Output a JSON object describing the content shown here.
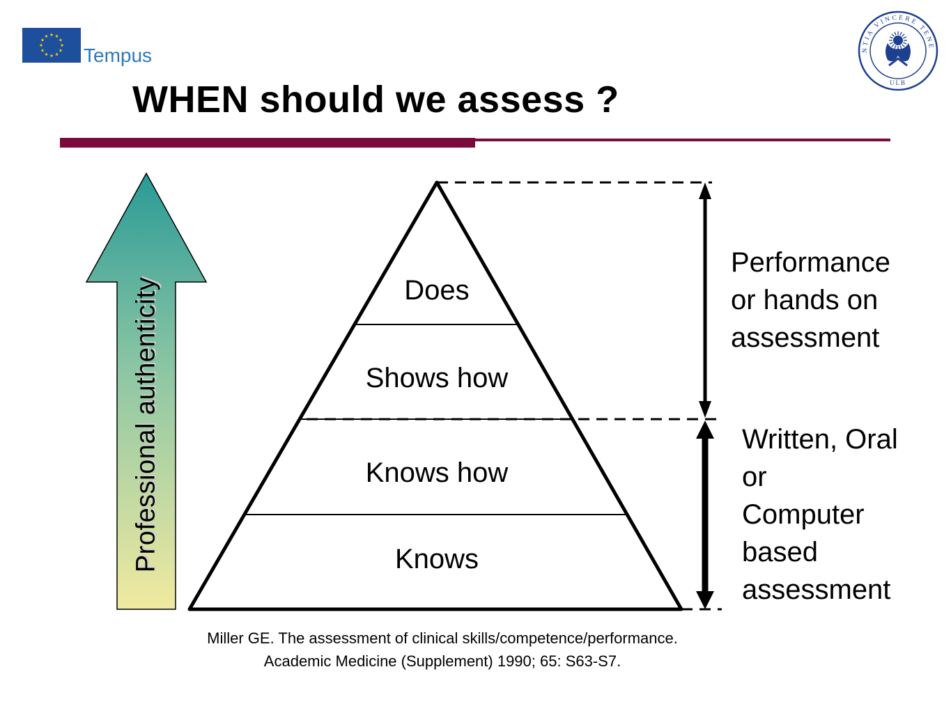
{
  "header": {
    "title": "WHEN should we assess ?",
    "logo_left_text": "Tempus",
    "seal_text": "SCIENTIA VINCERE TENEBRAS",
    "seal_bottom_text": "ULB"
  },
  "pyramid": {
    "levels": [
      {
        "label": "Does"
      },
      {
        "label": "Shows how"
      },
      {
        "label": "Knows how"
      },
      {
        "label": "Knows"
      }
    ]
  },
  "arrow": {
    "label": "Professional authenticity"
  },
  "brackets": {
    "upper_label": "Performance\nor hands on\nassessment",
    "lower_label": "Written, Oral\nor\nComputer\nbased\nassessment"
  },
  "citation": {
    "line1": "Miller GE. The assessment of clinical skills/competence/performance.",
    "line2": "Academic Medicine (Supplement) 1990; 65: S63-S7."
  },
  "colors": {
    "accent": "#7a0a3c",
    "eu_blue": "#1d4f9c",
    "eu_star": "#ffcc00",
    "tempus_text": "#2e78b8",
    "seal_blue": "#1d3f8f",
    "arrow_top": "#2a9a96",
    "arrow_bottom": "#f1eaa0"
  }
}
